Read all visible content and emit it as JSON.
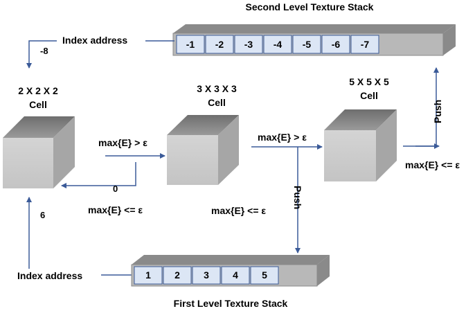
{
  "second_stack": {
    "title": "Second Level Texture Stack",
    "slots": [
      "-1",
      "-2",
      "-3",
      "-4",
      "-5",
      "-6",
      "-7"
    ],
    "index_label": "Index address",
    "index_value": "-8"
  },
  "first_stack": {
    "title": "First Level Texture Stack",
    "slots": [
      "1",
      "2",
      "3",
      "4",
      "5"
    ],
    "index_label": "Index address",
    "index_value": "6"
  },
  "cells": {
    "cell1": {
      "size": "2 X 2 X 2",
      "name": "Cell"
    },
    "cell2": {
      "size": "3 X 3 X 3",
      "name": "Cell"
    },
    "cell3": {
      "size": "5 X 5 X 5",
      "name": "Cell"
    }
  },
  "conditions": {
    "gt1": "max{E} > ε",
    "le1": "max{E} <= ε",
    "zero": "0",
    "gt2": "max{E} > ε",
    "le2": "max{E} <= ε",
    "le3": "max{E} <= ε",
    "push_right": "Push",
    "push_mid": "Push"
  },
  "colors": {
    "arrow": "#3a5a98",
    "slot_fill": "#dce6f5",
    "stack_gray": "#b8b8b8"
  }
}
